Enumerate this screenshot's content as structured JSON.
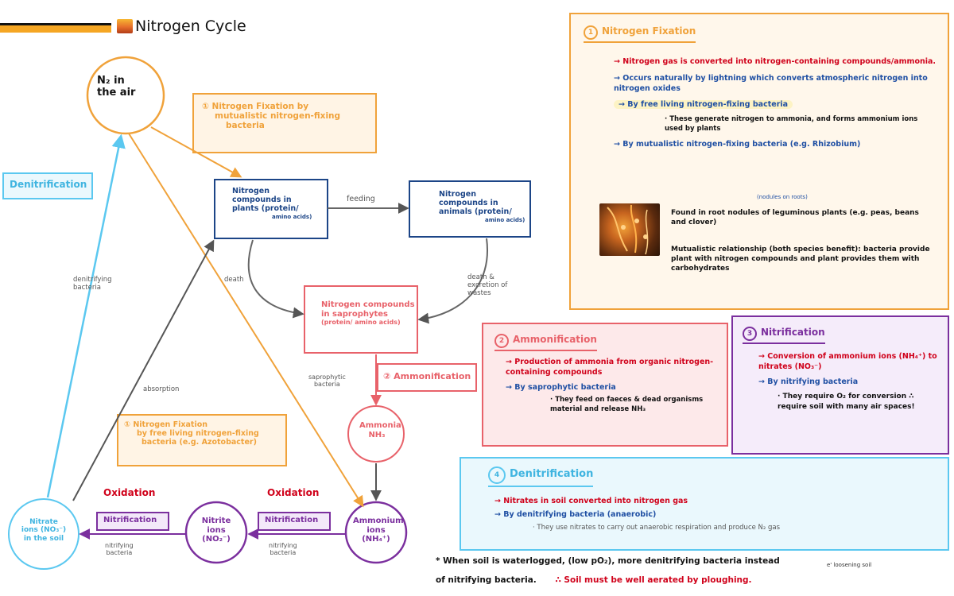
{
  "header": {
    "title": "Nitrogen Cycle"
  },
  "colors": {
    "orange": "#f5a623",
    "blue": "#1c4587",
    "red": "#e8626a",
    "purple": "#7b2f9e",
    "cyan": "#5bc8f0",
    "gray": "#555555"
  },
  "nodes": {
    "n2": [
      "N₂  in",
      "the air"
    ],
    "plants": [
      "Nitrogen",
      "compounds in",
      "plants (protein/",
      "amino acids)"
    ],
    "animals": [
      "Nitrogen",
      "compounds in",
      "animals (protein/",
      "amino acids)"
    ],
    "saprophytes": [
      "Nitrogen compounds",
      "in saprophytes",
      "(protein/ amino acids)"
    ],
    "ammonia": [
      "Ammonia",
      "NH₃"
    ],
    "ammonium": [
      "Ammonium",
      "ions",
      "(NH₄⁺)"
    ],
    "nitrite": [
      "Nitrite",
      "ions",
      "(NO₂⁻)"
    ],
    "nitrate": [
      "Nitrate",
      "ions (NO₃⁻)",
      "in the soil"
    ]
  },
  "edge_labels": {
    "fixation_mutualistic": [
      "① Nitrogen Fixation by",
      "mutualistic nitrogen-fixing",
      "bacteria"
    ],
    "denitrification": "Denitrification",
    "feeding": "feeding",
    "death": "death",
    "death_excretion": [
      "death &",
      "excretion of",
      "wastes"
    ],
    "denitrifying_bacteria": [
      "denitrifying",
      "bacteria"
    ],
    "absorption": "absorption",
    "saprophytic_bacteria": [
      "saprophytic",
      "bacteria"
    ],
    "ammonification_box": "② Ammonification",
    "fixation_free_living": [
      "① Nitrogen Fixation",
      "by free living nitrogen-fixing",
      "bacteria (e.g. Azotobacter)"
    ],
    "oxidation_left": "Oxidation",
    "oxidation_right": "Oxidation",
    "nitrification_left": "Nitrification",
    "nitrification_right": "Nitrification",
    "nitrifying_left": [
      "nitrifying",
      "bacteria"
    ],
    "nitrifying_right": [
      "nitrifying",
      "bacteria"
    ]
  },
  "panels": {
    "fixation": {
      "number": "1",
      "title": "Nitrogen Fixation",
      "b1": "→ Nitrogen gas is converted into nitrogen-containing compounds/ammonia.",
      "b2": "→ Occurs naturally by lightning which converts atmospheric nitrogen into nitrogen oxides",
      "b3": "→ By free living nitrogen-fixing bacteria",
      "b3_sub": "· These generate nitrogen to ammonia, and forms ammonium ions used by plants",
      "b4": "→ By mutualistic nitrogen-fixing bacteria (e.g. Rhizobium)",
      "b4_note": "(nodules on roots)",
      "image_alt": "root-nodules-photo",
      "found_in": "Found in root nodules of leguminous plants (e.g. peas, beans and clover)",
      "mutualistic": "Mutualistic relationship (both species benefit): bacteria provide plant with nitrogen compounds and plant provides them with carbohydrates"
    },
    "ammonification": {
      "number": "2",
      "title": "Ammonification",
      "b1": "→ Production of ammonia from organic nitrogen-containing compounds",
      "b2": "→ By saprophytic bacteria",
      "b2_sub": "· They feed on faeces & dead organisms material and release NH₃"
    },
    "nitrification": {
      "number": "3",
      "title": "Nitrification",
      "b1": "→ Conversion of ammonium ions (NH₄⁺) to nitrates (NO₃⁻)",
      "b2": "→ By nitrifying bacteria",
      "b2_sub": "· They require O₂ for conversion ∴ require soil with many air spaces!"
    },
    "denitrification": {
      "number": "4",
      "title": "Denitrification",
      "b1": "→ Nitrates in soil converted into nitrogen gas",
      "b2": "→ By denitrifying bacteria (anaerobic)",
      "b2_sub": "· They use nitrates to carry out anaerobic respiration and produce N₂ gas"
    }
  },
  "footer": {
    "line1": "* When soil is waterlogged, (low pO₂), more denitrifying bacteria instead",
    "line2": "of nitrifying bacteria.",
    "conclusion": "∴ Soil must be well aerated by ploughing.",
    "note": "e' loosening soil"
  }
}
